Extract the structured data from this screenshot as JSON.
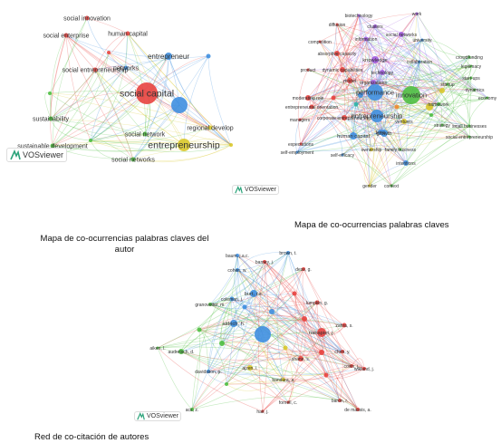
{
  "colors": {
    "red": "#e8433f",
    "green": "#4fbf43",
    "blue": "#3f8fe0",
    "yellow": "#d9c82c",
    "purple": "#a25de0",
    "teal": "#2fb3a6",
    "orange": "#f08a2c",
    "brand": "#2ba37a"
  },
  "brand": {
    "label": "VOSviewer"
  },
  "captions": {
    "map1": "Mapa de co-ocurrencias palabras claves del autor",
    "map2": "Mapa de co-ocurrencias palabras claves",
    "map3": "Red de co-citación de autores"
  },
  "networks": {
    "map1": {
      "nodes": [
        {
          "label": "social innovation",
          "c": "red"
        },
        {
          "label": "human capital",
          "c": "red"
        },
        {
          "label": "social enterprise",
          "c": "red"
        },
        {
          "label": "social entrepreneurship",
          "c": "red"
        },
        {
          "label": "networks",
          "c": "blue"
        },
        {
          "label": "entrepreneur",
          "c": "blue"
        },
        {
          "label": "social capital",
          "c": "red"
        },
        {
          "label": "sustainability",
          "c": "green"
        },
        {
          "label": "sustainable development",
          "c": "green"
        },
        {
          "label": "social network",
          "c": "green"
        },
        {
          "label": "regional develop",
          "c": "yellow"
        },
        {
          "label": "entrepreneurship",
          "c": "yellow"
        },
        {
          "label": "social networks",
          "c": "green"
        }
      ]
    },
    "map2": {
      "nodes": [
        {
          "label": "biotechnology",
          "c": "purple"
        },
        {
          "label": "work",
          "c": "purple"
        },
        {
          "label": "diffusion",
          "c": "red"
        },
        {
          "label": "clusters",
          "c": "purple"
        },
        {
          "label": "social networks",
          "c": "purple"
        },
        {
          "label": "university",
          "c": "blue"
        },
        {
          "label": "information",
          "c": "purple"
        },
        {
          "label": "competition",
          "c": "red"
        },
        {
          "label": "absorptive capacity",
          "c": "red"
        },
        {
          "label": "knowledge",
          "c": "purple"
        },
        {
          "label": "collaboration",
          "c": "blue"
        },
        {
          "label": "crowdfunding",
          "c": "green"
        },
        {
          "label": "legitimacy",
          "c": "green"
        },
        {
          "label": "dynamic capabilities",
          "c": "red"
        },
        {
          "label": "technology",
          "c": "purple"
        },
        {
          "label": "start-ups",
          "c": "green"
        },
        {
          "label": "product",
          "c": "red"
        },
        {
          "label": "startup",
          "c": "green"
        },
        {
          "label": "organizations",
          "c": "purple"
        },
        {
          "label": "performance",
          "c": "blue"
        },
        {
          "label": "innovation",
          "c": "green"
        },
        {
          "label": "dynamics",
          "c": "green"
        },
        {
          "label": "model",
          "c": "red"
        },
        {
          "label": "moderating role",
          "c": "red"
        },
        {
          "label": "economy",
          "c": "green"
        },
        {
          "label": "entrepreneurial orientation",
          "c": "red"
        },
        {
          "label": "entrepreneurship",
          "c": "blue"
        },
        {
          "label": "framework",
          "c": "green"
        },
        {
          "label": "managers",
          "c": "red"
        },
        {
          "label": "corporate entrepreneurship",
          "c": "red"
        },
        {
          "label": "ventures",
          "c": "yellow"
        },
        {
          "label": "firms",
          "c": "blue"
        },
        {
          "label": "strategy",
          "c": "green"
        },
        {
          "label": "small businesses",
          "c": "green"
        },
        {
          "label": "social entrepreneurship",
          "c": "green"
        },
        {
          "label": "human capital",
          "c": "blue"
        },
        {
          "label": "growth",
          "c": "blue"
        },
        {
          "label": "self-efficacy",
          "c": "blue"
        },
        {
          "label": "ownership",
          "c": "yellow"
        },
        {
          "label": "family business",
          "c": "green"
        },
        {
          "label": "intentions",
          "c": "blue"
        },
        {
          "label": "expectations",
          "c": "red"
        },
        {
          "label": "self-employment",
          "c": "blue"
        },
        {
          "label": "gender",
          "c": "yellow"
        },
        {
          "label": "context",
          "c": "green"
        }
      ]
    },
    "map3": {
      "nodes": [
        {
          "label": "baum, j.a.c.",
          "c": "blue"
        },
        {
          "label": "brown, t.",
          "c": "blue"
        },
        {
          "label": "barney, j.",
          "c": "red"
        },
        {
          "label": "cohen, w.",
          "c": "blue"
        },
        {
          "label": "dess, g.",
          "c": "red"
        },
        {
          "label": "burt, r.s.",
          "c": "blue"
        },
        {
          "label": "coleman, j.",
          "c": "blue"
        },
        {
          "label": "granovetter, m.",
          "c": "green"
        },
        {
          "label": "aldrich, h.",
          "c": "blue"
        },
        {
          "label": "nahapiet, j.",
          "c": "red"
        },
        {
          "label": "aiken, l.",
          "c": "green"
        },
        {
          "label": "audretsch, d.",
          "c": "green"
        },
        {
          "label": "chen, y.",
          "c": "red"
        },
        {
          "label": "davidsson, p.",
          "c": "blue"
        },
        {
          "label": "ajzen, i.",
          "c": "yellow"
        },
        {
          "label": "bandura, a.",
          "c": "yellow"
        },
        {
          "label": "acs, z.",
          "c": "green"
        },
        {
          "label": "baron, r.",
          "c": "red"
        },
        {
          "label": "covin, j.",
          "c": "red"
        },
        {
          "label": "de massis, a.",
          "c": "red"
        },
        {
          "label": "lumpkin, g.",
          "c": "red"
        },
        {
          "label": "zahra, s.",
          "c": "red"
        },
        {
          "label": "shane, s.",
          "c": "red"
        },
        {
          "label": "wiklund, j.",
          "c": "red"
        },
        {
          "label": "fornell, c.",
          "c": "red"
        },
        {
          "label": "hair, j.",
          "c": "red"
        }
      ]
    }
  }
}
